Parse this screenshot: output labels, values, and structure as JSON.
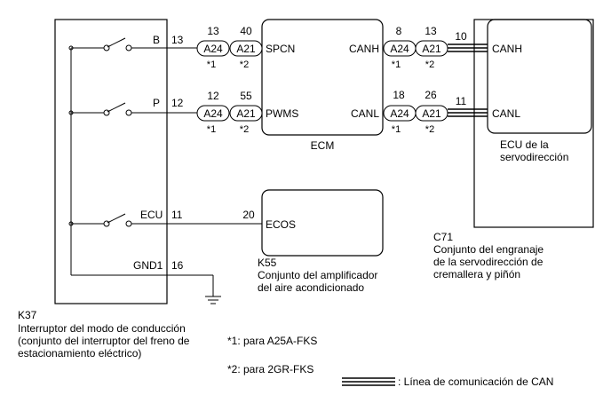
{
  "k37": {
    "pins": {
      "b": "B",
      "b_num": "13",
      "p": "P",
      "p_num": "12",
      "ecu": "ECU",
      "ecu_num": "11",
      "gnd": "GND1",
      "gnd_num": "16"
    },
    "code": "K37",
    "desc": [
      "Interruptor del modo de conducción",
      "(conjunto del interruptor del freno de",
      "estacionamiento eléctrico)"
    ]
  },
  "ecm": {
    "name": "ECM",
    "left_pins": [
      "SPCN",
      "PWMS"
    ],
    "right_pins": [
      "CANH",
      "CANL"
    ]
  },
  "connectors": {
    "spcn": {
      "a24": "A24",
      "a24_num": "13",
      "a21": "A21",
      "a21_num": "40"
    },
    "pwms": {
      "a24": "A24",
      "a24_num": "12",
      "a21": "A21",
      "a21_num": "55"
    },
    "canh": {
      "a24": "A24",
      "a24_num": "8",
      "a21": "A21",
      "a21_num": "13"
    },
    "canl": {
      "a24": "A24",
      "a24_num": "18",
      "a21": "A21",
      "a21_num": "26"
    },
    "note1": "*1",
    "note2": "*2"
  },
  "k55": {
    "pin": "ECOS",
    "pin_num": "20",
    "code": "K55",
    "desc": [
      "Conjunto del amplificador",
      "del aire acondicionado"
    ]
  },
  "c71": {
    "pins": [
      "CANH",
      "CANL"
    ],
    "pin_nums": [
      "10",
      "11"
    ],
    "inner": [
      "ECU de la",
      "servodirección"
    ],
    "code": "C71",
    "desc": [
      "Conjunto del engranaje",
      "de la servodirección de",
      "cremallera y piñón"
    ]
  },
  "notes": [
    "*1: para A25A-FKS",
    "*2: para 2GR-FKS"
  ],
  "legend": ": Línea de comunicación de CAN"
}
